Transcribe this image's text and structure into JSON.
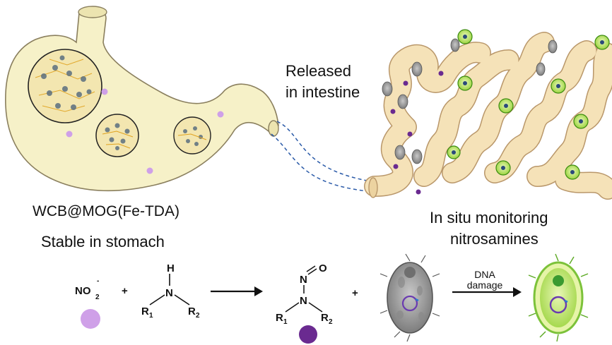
{
  "labels": {
    "released": "Released",
    "intestine": "in intestine",
    "mog": "WCB@MOG(Fe-TDA)",
    "stable": "Stable in stomach",
    "monitoring": "In situ monitoring",
    "nitrosamines": "nitrosamines",
    "dna": "DNA",
    "damage": "damage"
  },
  "chem": {
    "nitrite": "NO",
    "sub2": "2",
    "sup_minus": "-",
    "plus": "+",
    "H": "H",
    "N": "N",
    "O": "O",
    "R": "R",
    "r1": "1",
    "r2": "2"
  },
  "colors": {
    "stomach": "#f6f1c8",
    "stomach_edge": "#8a7f5e",
    "intestine": "#f5e2b8",
    "intestine_edge": "#b9976a",
    "nitrite_dot": "#cfa0e8",
    "nitrosamine_dot": "#6a2a90",
    "bacteria_gray": "#9a9a9a",
    "bacteria_green": "#9ad33a",
    "link": "#2a5aa8"
  }
}
